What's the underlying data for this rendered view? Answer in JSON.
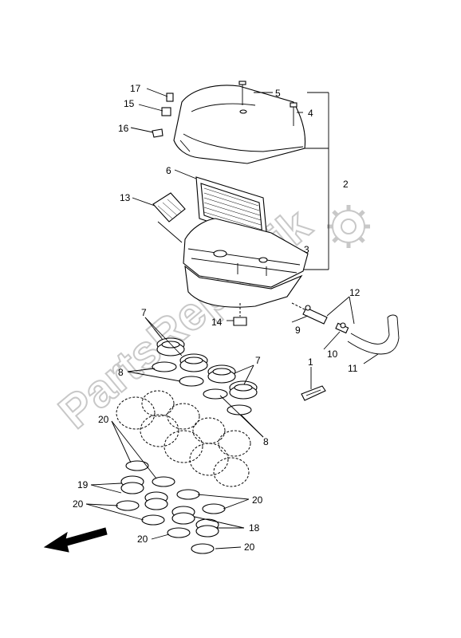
{
  "watermark": "PartsRepublik",
  "callouts": {
    "c1": "1",
    "c2": "2",
    "c3": "3",
    "c4": "4",
    "c5": "5",
    "c6": "6",
    "c7a": "7",
    "c7b": "7",
    "c8a": "8",
    "c8b": "8",
    "c9": "9",
    "c10": "10",
    "c11": "11",
    "c12": "12",
    "c13": "13",
    "c14": "14",
    "c15": "15",
    "c16": "16",
    "c17": "17",
    "c18": "18",
    "c19": "19",
    "c20a": "20",
    "c20b": "20",
    "c20c": "20",
    "c20d": "20",
    "c20e": "20"
  },
  "icons": {
    "gear": "gear-icon",
    "direction_arrow": "arrow-front-icon"
  }
}
